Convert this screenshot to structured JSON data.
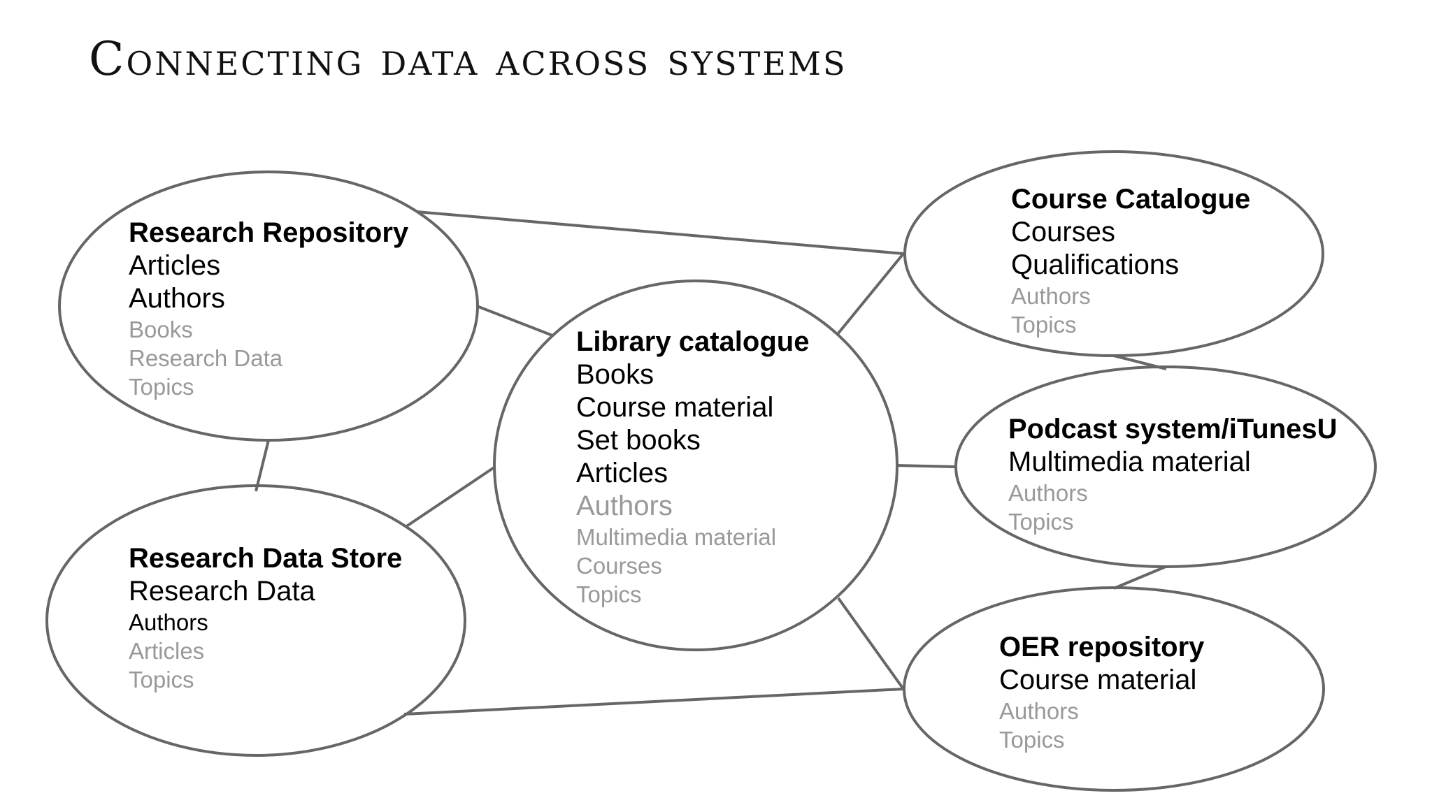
{
  "title": "Connecting data across systems",
  "nodes": {
    "research_repository": {
      "name": "Research Repository",
      "items": [
        "Articles",
        "Authors"
      ],
      "related": [
        "Books",
        "Research Data",
        "Topics"
      ]
    },
    "library_catalogue": {
      "name": "Library catalogue",
      "items": [
        "Books",
        "Course material",
        "Set books",
        "Articles"
      ],
      "related_large": [
        "Authors"
      ],
      "related": [
        "Multimedia material",
        "Courses",
        "Topics"
      ]
    },
    "research_data_store": {
      "name": "Research Data Store",
      "items": [
        "Research Data"
      ],
      "items_small": [
        "Authors"
      ],
      "related": [
        "Articles",
        "Topics"
      ]
    },
    "course_catalogue": {
      "name": "Course Catalogue",
      "items": [
        "Courses",
        "Qualifications"
      ],
      "related": [
        "Authors",
        "Topics"
      ]
    },
    "podcast_system": {
      "name": "Podcast system/iTunesU",
      "items": [
        "Multimedia material"
      ],
      "related": [
        "Authors",
        "Topics"
      ]
    },
    "oer_repository": {
      "name": "OER repository",
      "items": [
        "Course material"
      ],
      "related": [
        "Authors",
        "Topics"
      ]
    }
  },
  "colors": {
    "primary_text": "#000000",
    "secondary_text": "#999999",
    "outline": "#666666"
  }
}
